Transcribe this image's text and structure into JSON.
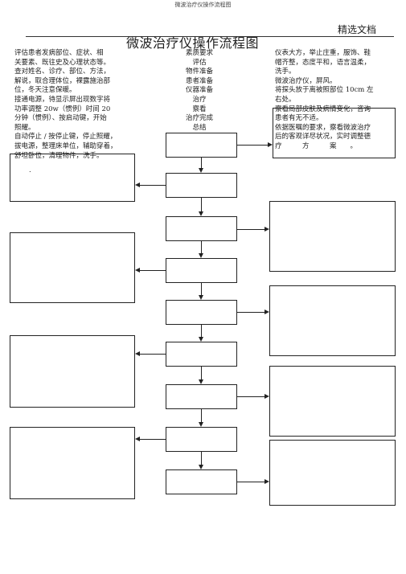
{
  "header": {
    "page_header": "微波治疗仪操作流程图",
    "corner_label": "精选文档",
    "title": "微波治疗仪操作流程图"
  },
  "left_column": [
    "评估患者发病部位、症状、相",
    "关要素、既往史及心理状态等。",
    "查对姓名、诊疗、部位、方法，",
    "解说，取合理体位，裸露施治部",
    "位，冬天注意保暖。",
    "接通电源，待显示屏出现数字将",
    "功率调整 20w（惯例）时间 20",
    "分钟（惯例）、按启动键，开始",
    "照耀。",
    "自动停止 / 按停止键，停止照耀，",
    "拔电源，整理床单位，辅助穿着，",
    "舒坦卧位，清理物件，洗手。"
  ],
  "center_column": [
    "素质要求",
    "评估",
    "物件准备",
    "患者准备",
    "仪器准备",
    "治疗",
    "察看",
    "治疗完成",
    "总结"
  ],
  "right_column": [
    "仪表大方，举止庄重，服饰、鞋",
    "帽齐整，态度平和，语言温柔，",
    "洗手。",
    "微波治疗仪，屏风。",
    "将探头放于离被照部位 10cm 左",
    "右处。",
    "察看局部皮肤及病情变化，咨询",
    "患者有无不适。",
    "依据医嘱的要求，察看微波治疗",
    "后的客观详尽状况，实时调整德",
    "疗　　　方　　　案　　。"
  ],
  "stray_mark": "."
}
